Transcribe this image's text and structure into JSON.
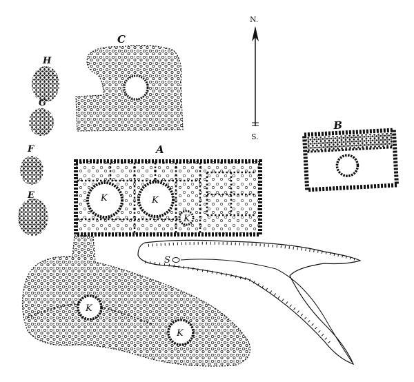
{
  "labels": {
    "a": "A",
    "b": "B",
    "c": "C",
    "e": "E",
    "f": "F",
    "g": "G",
    "h": "H",
    "north": "N.",
    "south": "S.",
    "spring": "S",
    "kiva": "K"
  },
  "colors": {
    "ink": "#111111",
    "paper": "#ffffff"
  }
}
